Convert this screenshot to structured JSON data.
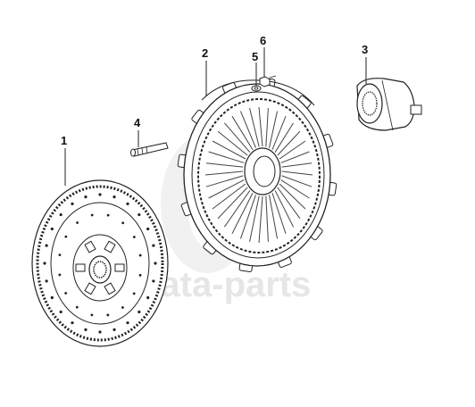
{
  "callouts": {
    "c1": "1",
    "c2": "2",
    "c3": "3",
    "c4": "4",
    "c5": "5",
    "c6": "6"
  },
  "parts": {
    "p1": "clutch-disc",
    "p2": "pressure-plate",
    "p3": "release-bearing",
    "p4": "bolt",
    "p5": "washer",
    "p6": "nut"
  },
  "watermark": {
    "text": "data-parts",
    "color": "#e6e6e6"
  },
  "colors": {
    "line": "#222222",
    "hatch": "#444444",
    "background": "#ffffff"
  }
}
